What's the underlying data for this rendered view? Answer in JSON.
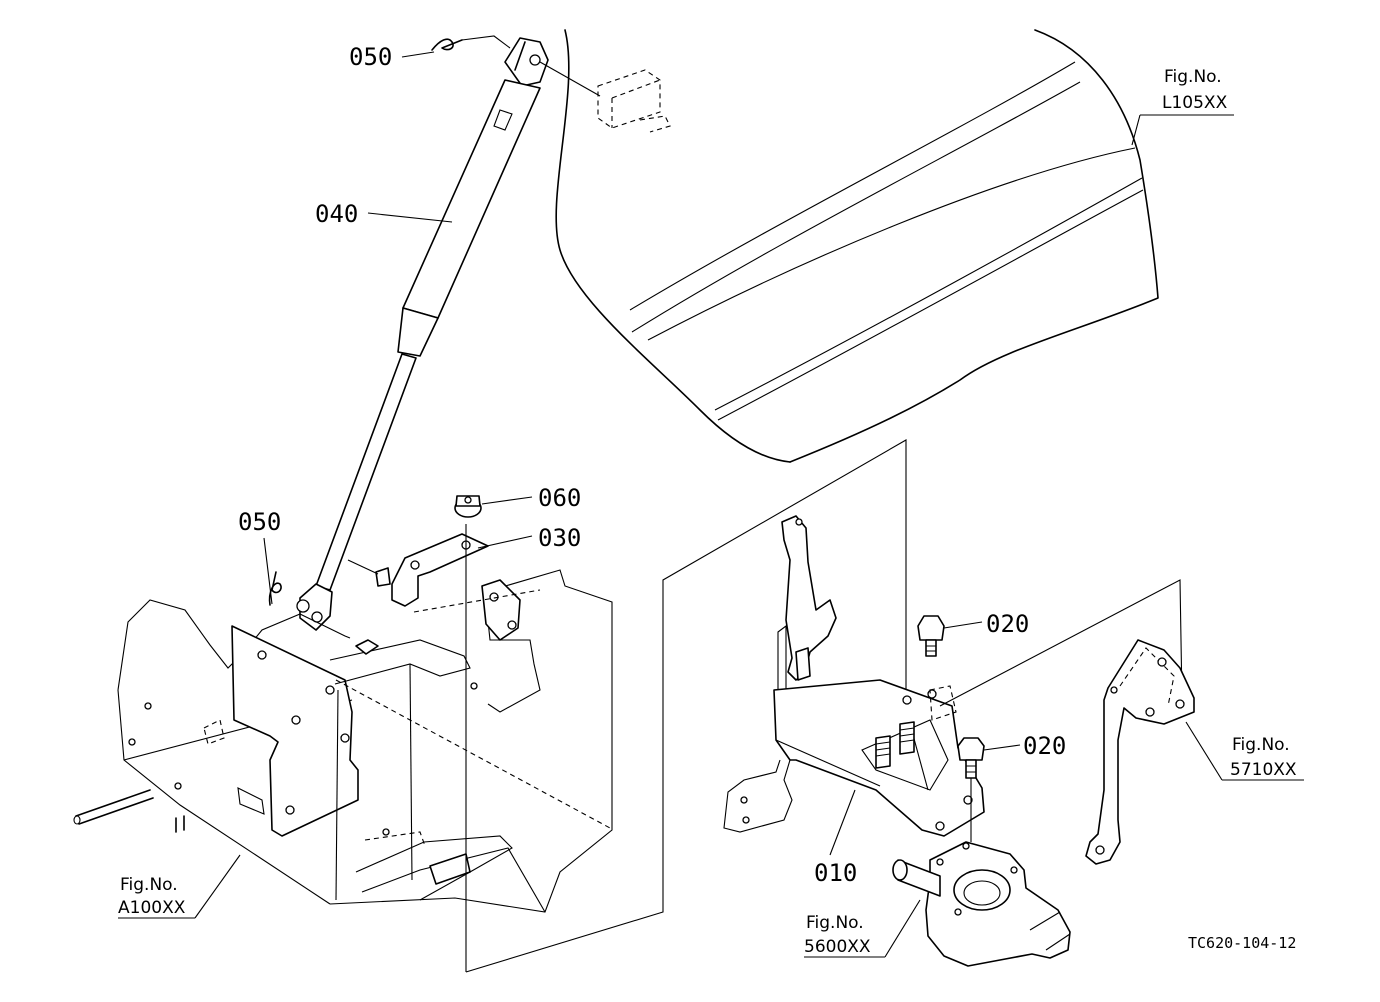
{
  "diagram": {
    "part_labels": {
      "p050_top": "050",
      "p040": "040",
      "p050_bottom": "050",
      "p060": "060",
      "p030": "030",
      "p020_top": "020",
      "p020_bottom": "020",
      "p010": "010"
    },
    "figure_refs": {
      "l105": {
        "caption": "Fig.No.",
        "number": "L105XX"
      },
      "a100": {
        "caption": "Fig.No.",
        "number": "A100XX"
      },
      "s5710": {
        "caption": "Fig.No.",
        "number": "5710XX"
      },
      "s5600": {
        "caption": "Fig.No.",
        "number": "5600XX"
      }
    },
    "drawing_code": "TC620-104-12"
  }
}
